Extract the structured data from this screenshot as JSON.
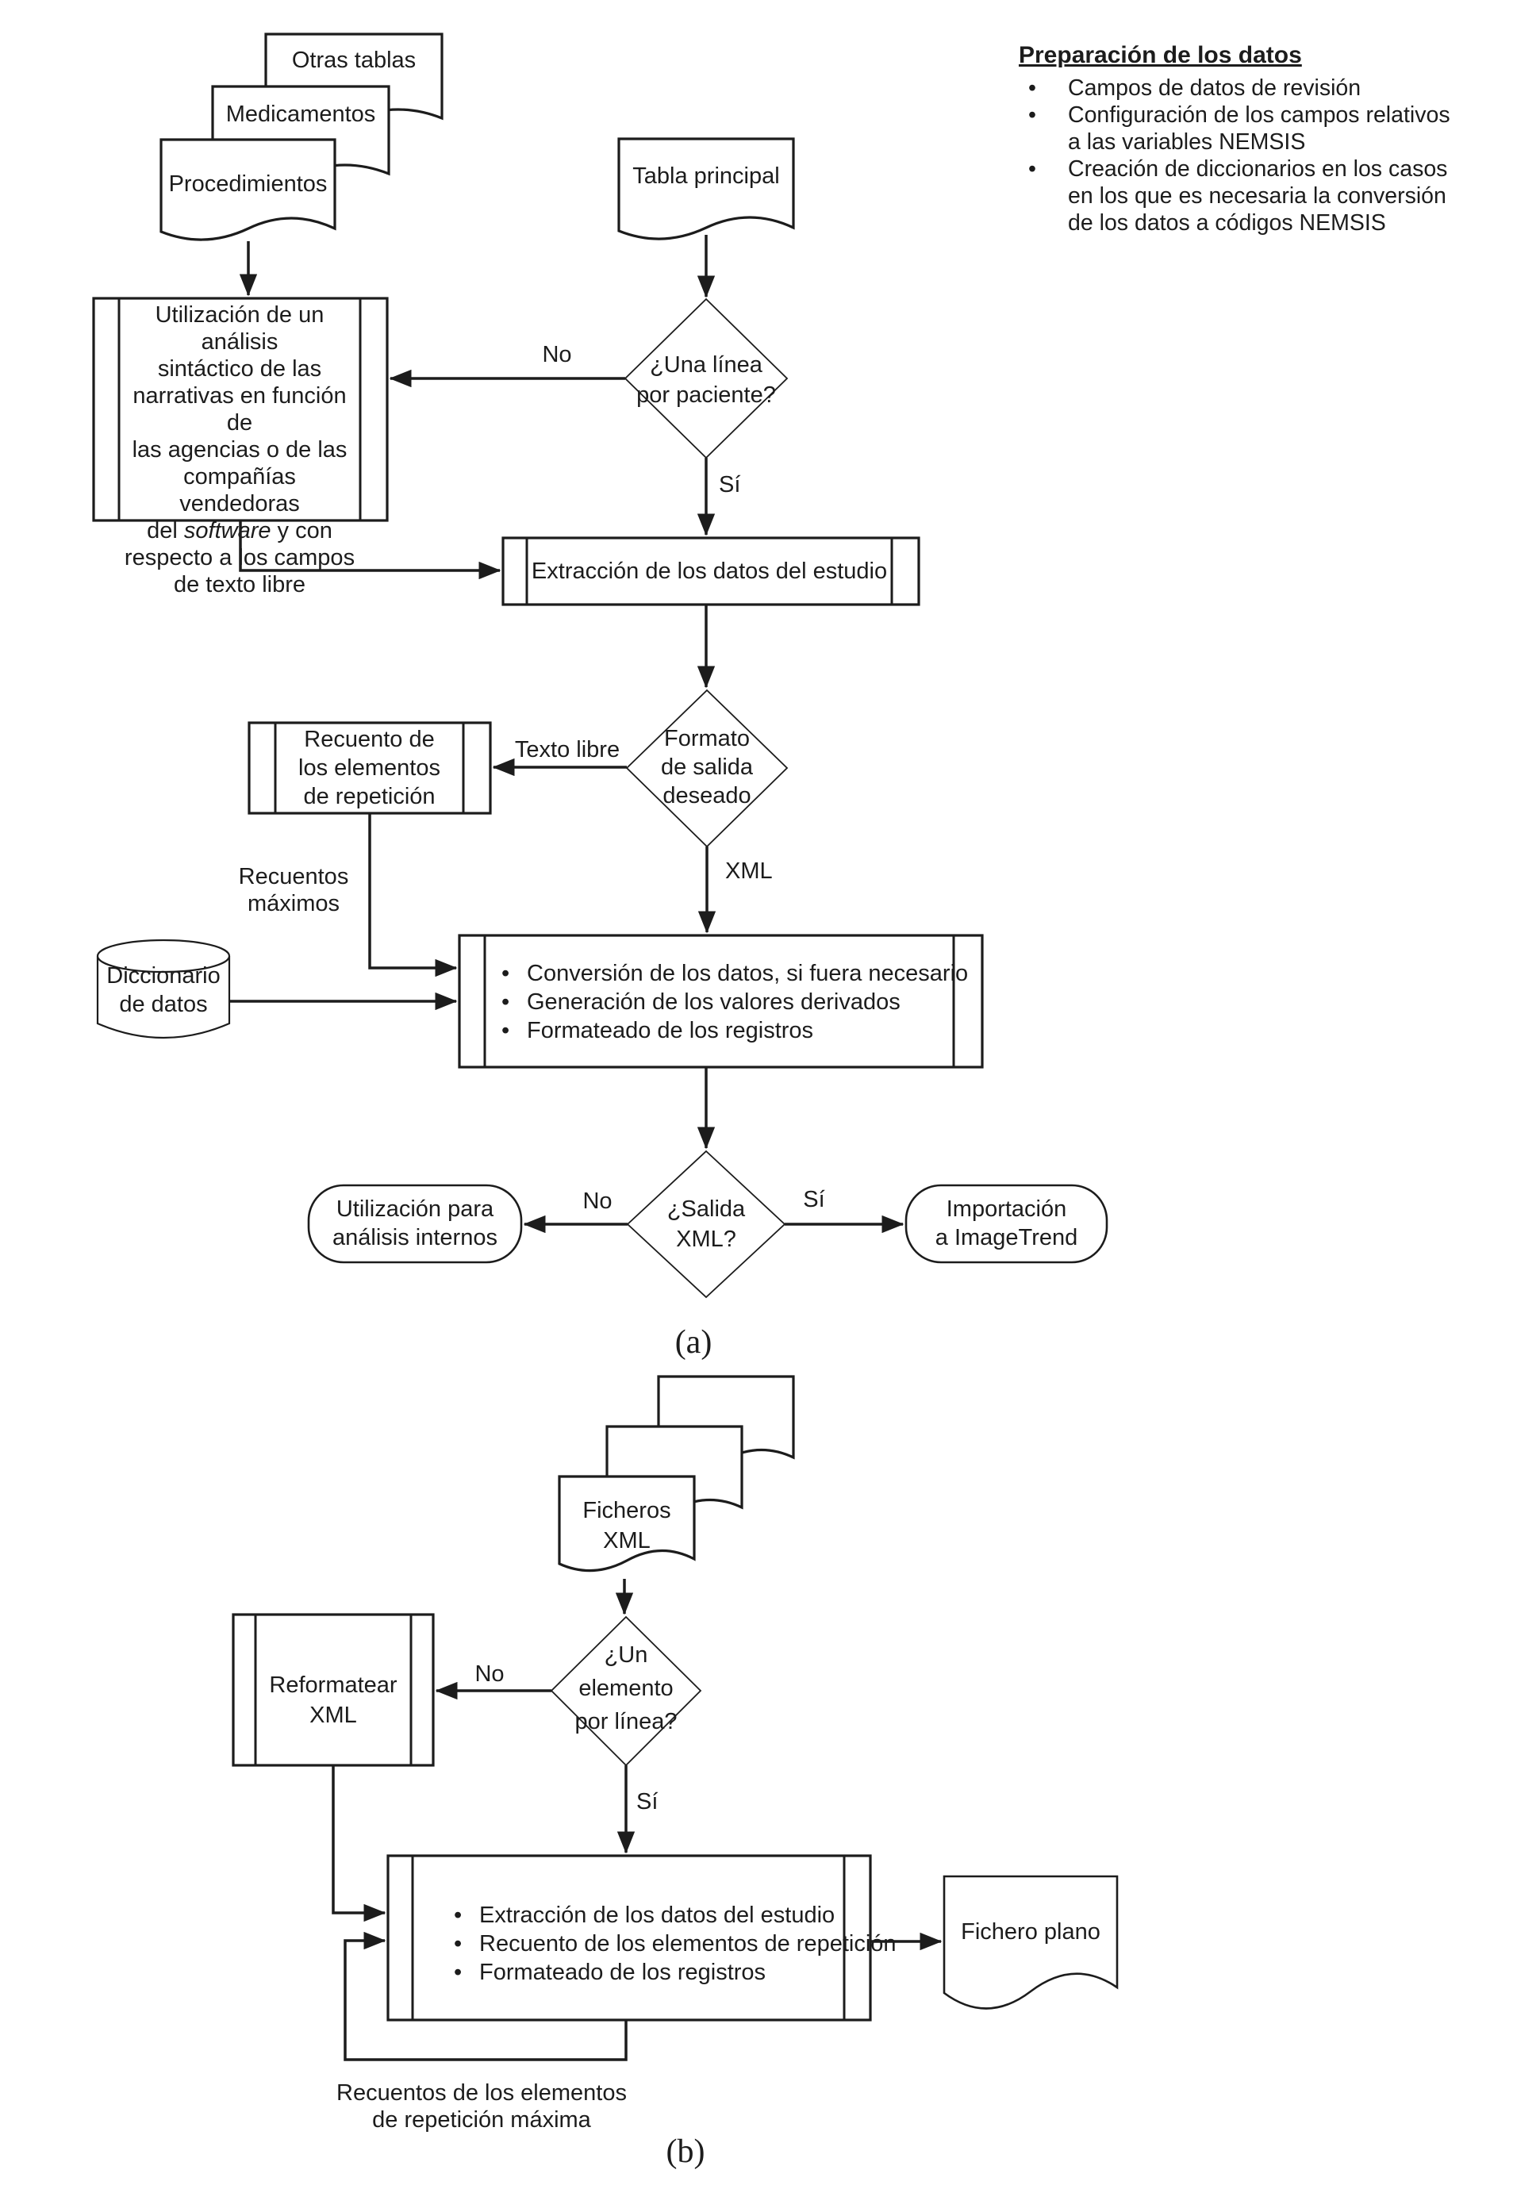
{
  "notes": {
    "title": "Preparación de los datos",
    "bullets": [
      "Campos de datos de revisión",
      "Configuración de los campos relativos\na las variables NEMSIS",
      "Creación de diccionarios en los casos\nen los que es necesaria la conversión\nde los datos a códigos NEMSIS"
    ]
  },
  "a": {
    "doc_otras": "Otras tablas",
    "doc_medicamentos": "Medicamentos",
    "doc_procedimientos": "Procedimientos",
    "doc_tabla": "Tabla principal",
    "analysis_pre": "Utilización de un análisis\nsintáctico de las\nnarrativas en función de\nlas agencias o de las\ncompañías vendedoras\ndel ",
    "analysis_italic": "software",
    "analysis_post": " y con\nrespecto a los campos\nde texto libre",
    "decision_linea": "¿Una línea\npor paciente?",
    "label_no": "No",
    "label_si": "Sí",
    "extraccion": "Extracción de los datos del estudio",
    "decision_formato": "Formato\nde salida\ndeseado",
    "label_texto_libre": "Texto libre",
    "recuento": "Recuento de\nlos elementos\nde repetición",
    "label_recuentos_maximos": "Recuentos\nmáximos",
    "label_xml": "XML",
    "diccionario": "Diccionario\nde datos",
    "conversion_items": [
      "Conversión de los datos, si fuera necesario",
      "Generación de los valores derivados",
      "Formateado de los registros"
    ],
    "decision_salida": "¿Salida\nXML?",
    "terminal_no": "Utilización para\nanálisis internos",
    "terminal_si": "Importación\na ImageTrend",
    "caption": "(a)"
  },
  "b": {
    "doc_ficheros": "Ficheros\nXML",
    "decision_elemento": "¿Un\nelemento\npor línea?",
    "label_no": "No",
    "label_si": "Sí",
    "reformatear": "Reformatear\nXML",
    "process_items": [
      "Extracción de los datos del estudio",
      "Recuento de los elementos de repetición",
      "Formateado de los registros"
    ],
    "doc_fichero_plano": "Fichero plano",
    "label_recuentos": "Recuentos de los elementos\nde repetición máxima",
    "caption": "(b)"
  }
}
